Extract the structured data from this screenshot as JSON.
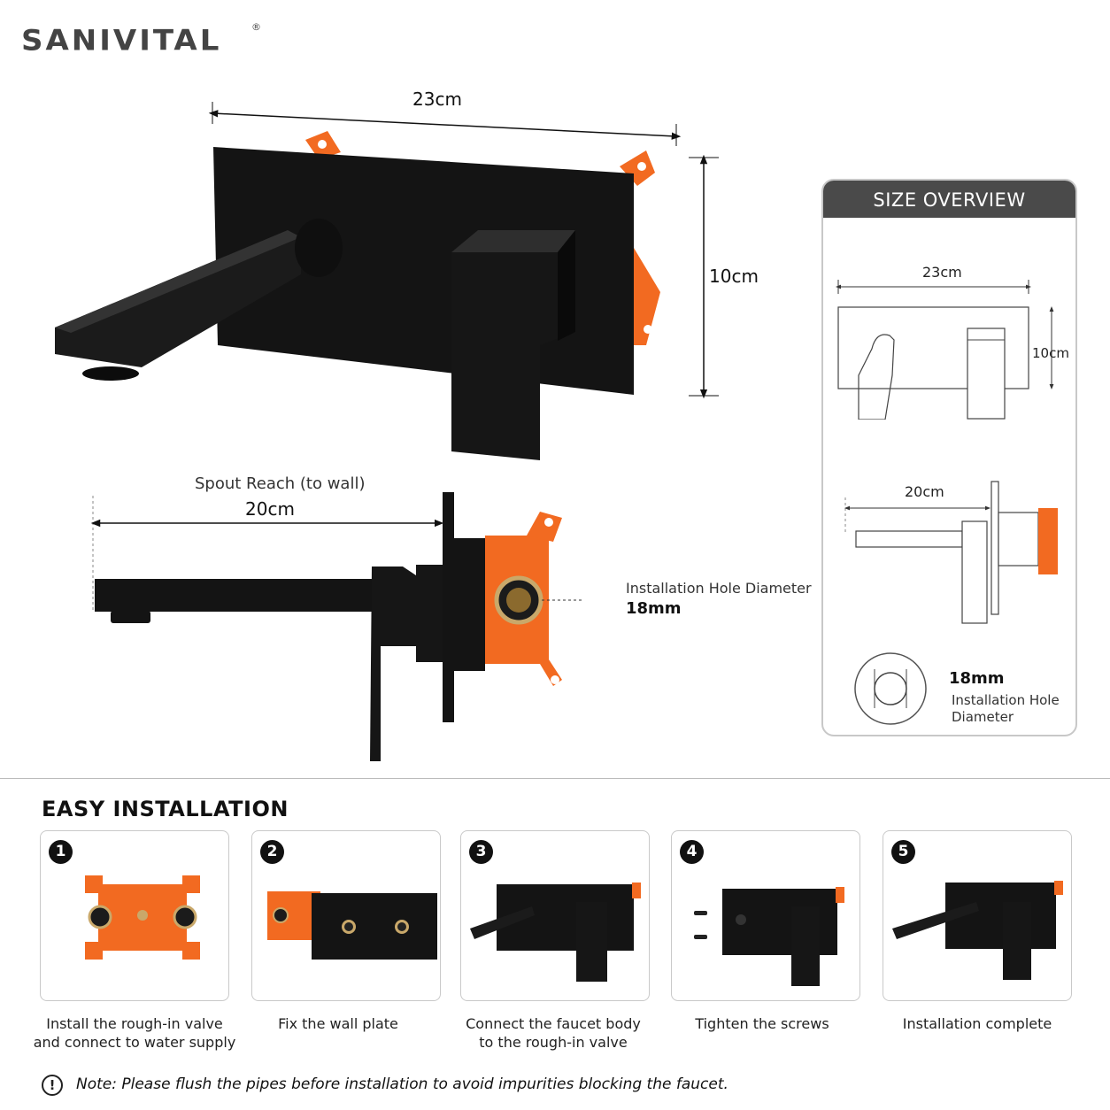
{
  "brand": {
    "name": "SANIVITAL",
    "registered": "®"
  },
  "main_diagram": {
    "width_label": "23cm",
    "height_label": "10cm",
    "spout_reach_title": "Spout Reach (to wall)",
    "spout_reach_value": "20cm",
    "hole_label": "Installation Hole Diameter",
    "hole_value": "18mm"
  },
  "size_overview": {
    "title": "SIZE OVERVIEW",
    "width_label": "23cm",
    "height_label": "10cm",
    "reach_label": "20cm",
    "hole_value": "18mm",
    "hole_line1": "Installation Hole",
    "hole_line2": "Diameter"
  },
  "installation": {
    "title": "EASY INSTALLATION",
    "steps": [
      {
        "number": "1",
        "line1": "Install the rough-in valve",
        "line2": "and connect to water supply"
      },
      {
        "number": "2",
        "line1": "Fix the wall plate",
        "line2": ""
      },
      {
        "number": "3",
        "line1": "Connect the faucet body",
        "line2": "to the rough-in valve"
      },
      {
        "number": "4",
        "line1": "Tighten the screws",
        "line2": ""
      },
      {
        "number": "5",
        "line1": "Installation complete",
        "line2": ""
      }
    ]
  },
  "note": {
    "icon": "exclamation-icon",
    "text": "Note: Please flush the pipes before installation to avoid impurities blocking the faucet."
  },
  "colors": {
    "orange": "#f26a21",
    "black": "#141414",
    "panel_header": "#4a4a4a"
  }
}
